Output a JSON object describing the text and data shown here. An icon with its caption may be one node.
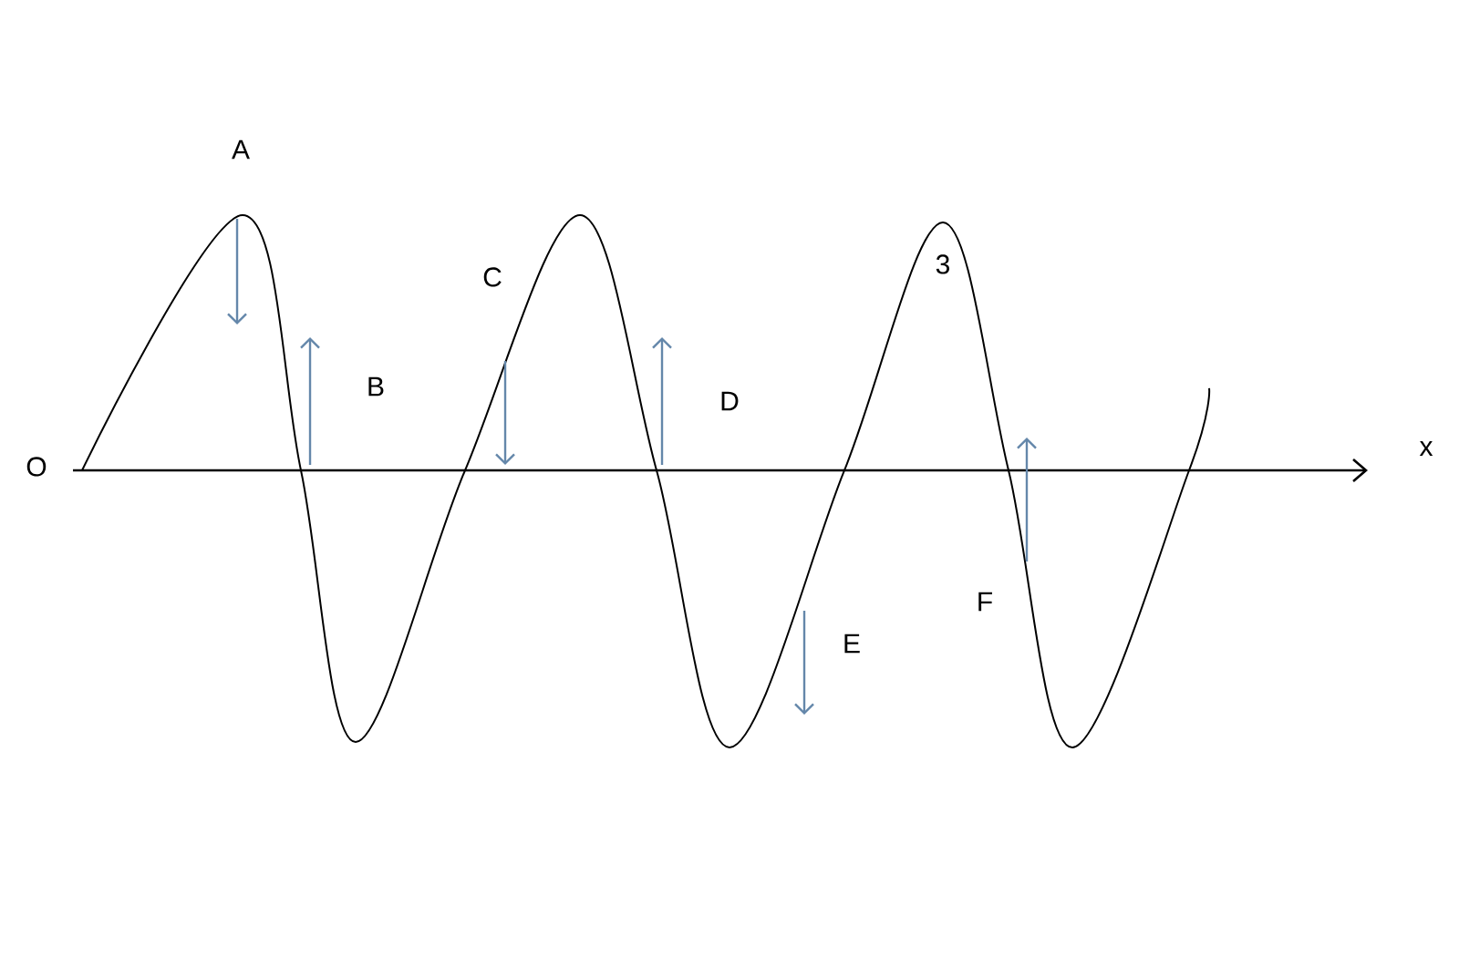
{
  "diagram": {
    "labels": [
      "A",
      "3",
      "C",
      "B",
      "D",
      "O",
      "x",
      "F",
      "E"
    ]
  }
}
